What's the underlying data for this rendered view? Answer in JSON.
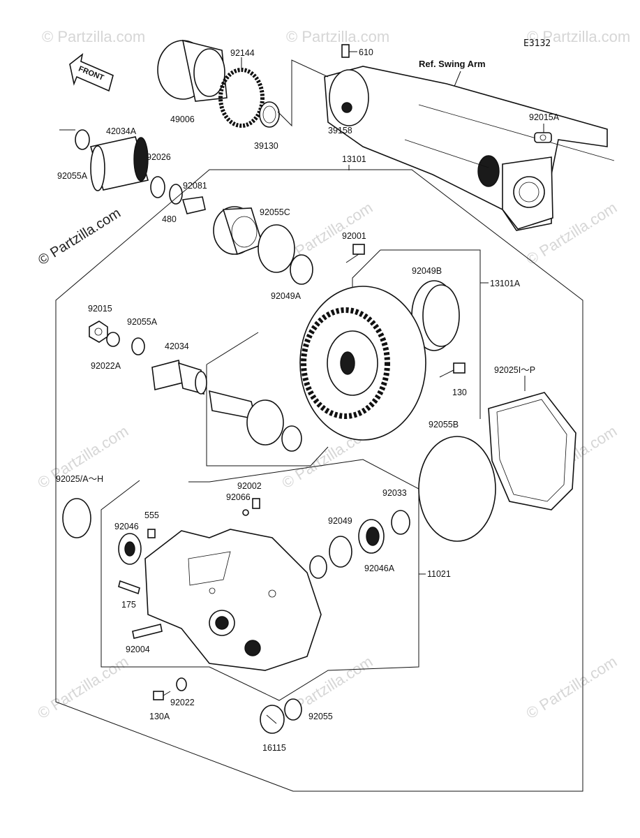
{
  "diagram": {
    "code": "E3132",
    "front_label": "FRONT",
    "ref_label": "Ref. Swing Arm",
    "watermark": "© Partzilla.com"
  },
  "parts": {
    "p610": "610",
    "p92144": "92144",
    "p49006": "49006",
    "p39130": "39130",
    "p39158": "39158",
    "p92015A": "92015A",
    "p42034A": "42034A",
    "p92055A_top": "92055A",
    "p92026": "92026",
    "p480": "480",
    "p92081": "92081",
    "p13101": "13101",
    "p92055C": "92055C",
    "p92049A": "92049A",
    "p92001": "92001",
    "p92049B": "92049B",
    "p13101A": "13101A",
    "p92015": "92015",
    "p92055A_mid": "92055A",
    "p92022A": "92022A",
    "p42034": "42034",
    "p130": "130",
    "p92025IP": "92025I～P",
    "p92055B": "92055B",
    "p92025AH": "92025/A～H",
    "p92002": "92002",
    "p92066": "92066",
    "p555": "555",
    "p92046": "92046",
    "p92033": "92033",
    "p92049": "92049",
    "p92046A": "92046A",
    "p11021": "11021",
    "p175": "175",
    "p92004": "92004",
    "p92022": "92022",
    "p130A": "130A",
    "p92055": "92055",
    "p16115": "16115"
  }
}
